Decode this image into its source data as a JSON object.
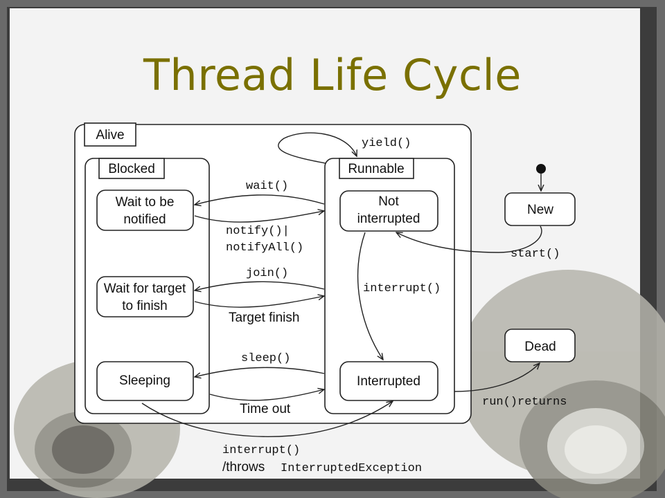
{
  "title": "Thread Life Cycle",
  "regions": {
    "alive": "Alive",
    "blocked": "Blocked",
    "runnable": "Runnable"
  },
  "states": {
    "wait_notified": [
      "Wait to be",
      "notified"
    ],
    "wait_target": [
      "Wait for target",
      "to finish"
    ],
    "sleeping": "Sleeping",
    "not_interrupted": [
      "Not",
      "interrupted"
    ],
    "interrupted": "Interrupted",
    "new": "New",
    "dead": "Dead"
  },
  "transitions": {
    "yield": "yield()",
    "wait": "wait()",
    "notify": "notify()|",
    "notify_all": "notifyAll()",
    "join": "join()",
    "target_finish": "Target finish",
    "interrupt_inner": "interrupt()",
    "sleep": "sleep()",
    "time_out": "Time out",
    "start": "start()",
    "run_returns": "run()returns",
    "interrupt_outer": "interrupt()",
    "throws_prefix": "/throws",
    "throws_exception": "InterruptedException"
  }
}
